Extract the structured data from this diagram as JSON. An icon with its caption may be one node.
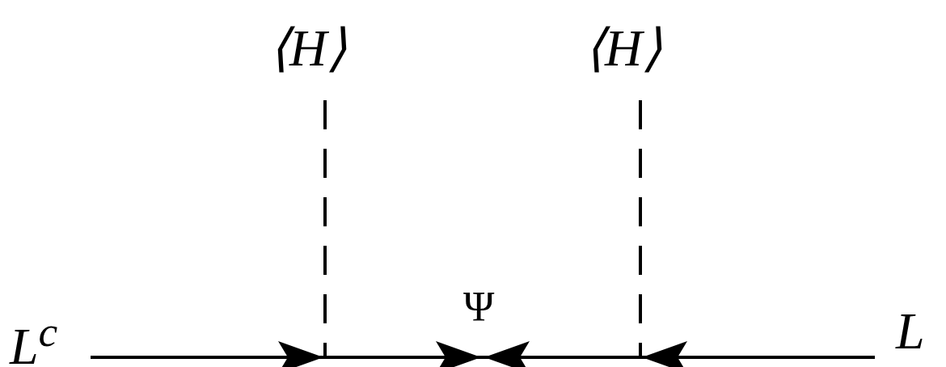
{
  "diagram": {
    "nodes": [
      {
        "text": [
          "L$^{c}$"
        ]
      },
      {
        "text": [
          "⟨H⟩"
        ]
      },
      {
        "text": [
          "⟨H⟩"
        ]
      },
      {
        "text": [],
        "shape": "point",
        "beside": [
          "Ψ"
        ]
      },
      {
        "text": [
          "L"
        ]
      },
      {
        "text": [],
        "shape": "point"
      },
      {
        "text": [],
        "shape": "point"
      }
    ],
    "edges": [
      {
        "from": 0,
        "to": 5,
        "arrow": "to"
      },
      {
        "from": 5,
        "to": 3,
        "arrow": "to"
      },
      {
        "from": 4,
        "to": 6,
        "arrow": "to"
      },
      {
        "from": 6,
        "to": 3,
        "arrow": "to"
      },
      {
        "from": 1,
        "to": 5,
        "arrow": "none",
        "style": "dashed"
      },
      {
        "from": 2,
        "to": 6,
        "arrow": "none",
        "style": "dashed"
      }
    ]
  }
}
